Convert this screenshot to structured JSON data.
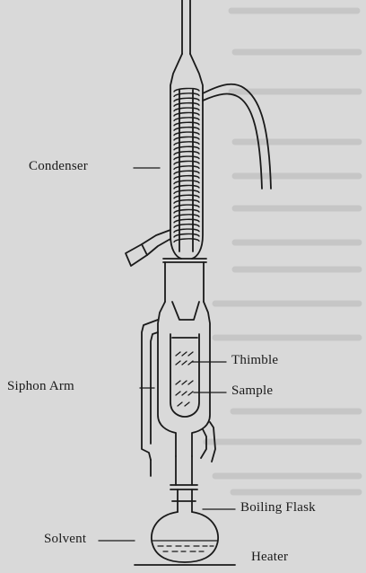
{
  "figure": {
    "background": "#d9d9d9",
    "ink": "#1a1a1a",
    "labels": {
      "condenser": "Condenser",
      "thimble": "Thimble",
      "siphon_arm": "Siphon Arm",
      "sample": "Sample",
      "boiling_flask": "Boiling Flask",
      "solvent": "Solvent",
      "heater": "Heater"
    }
  }
}
